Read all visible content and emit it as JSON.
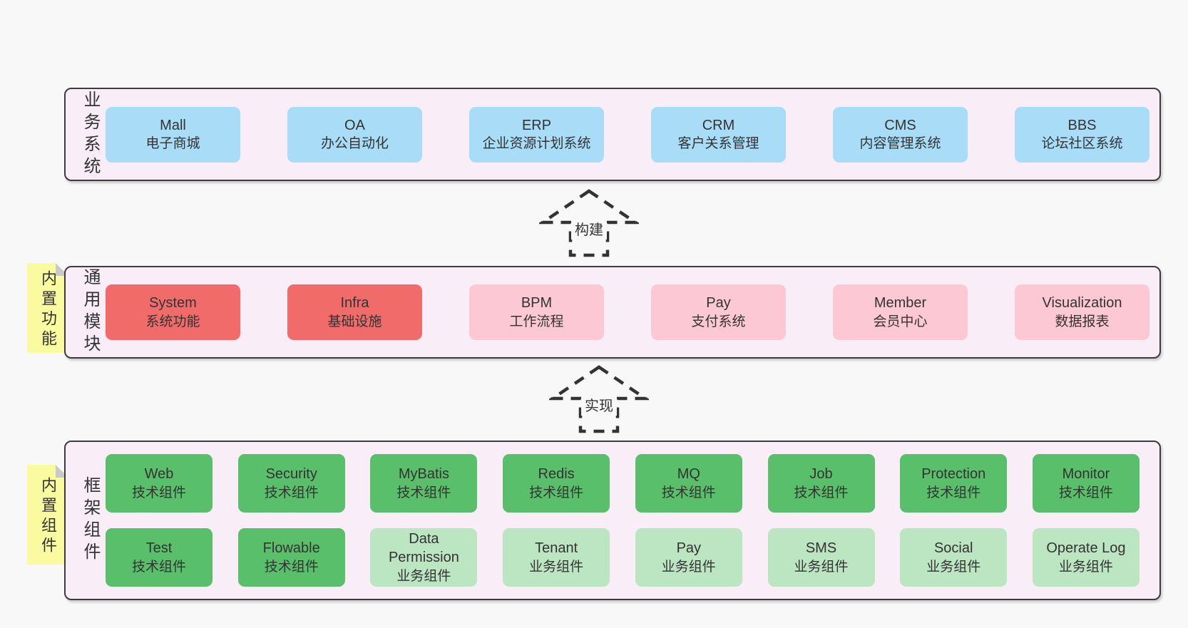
{
  "colors": {
    "blue": "#a9dcf6",
    "red": "#f26b6b",
    "pink": "#fcc8d3",
    "green": "#5abf6a",
    "lightGreen": "#bce5c1",
    "panelBg": "#f9edf7",
    "tabYellow": "#fafaa0",
    "foldGray": "#c9c9c9",
    "border": "#3c3c3c",
    "pageBg": "#f8f8f8",
    "text": "#333333"
  },
  "arrows": {
    "build": "构建",
    "implement": "实现"
  },
  "sections": {
    "business": {
      "label": "业务系统",
      "items": [
        {
          "name": "Mall",
          "desc": "电子商城",
          "variant": "blue"
        },
        {
          "name": "OA",
          "desc": "办公自动化",
          "variant": "blue"
        },
        {
          "name": "ERP",
          "desc": "企业资源计划系统",
          "variant": "blue"
        },
        {
          "name": "CRM",
          "desc": "客户关系管理",
          "variant": "blue"
        },
        {
          "name": "CMS",
          "desc": "内容管理系统",
          "variant": "blue"
        },
        {
          "name": "BBS",
          "desc": "论坛社区系统",
          "variant": "blue"
        }
      ]
    },
    "modules": {
      "label": "通用模块",
      "tab": "内置功能",
      "items": [
        {
          "name": "System",
          "desc": "系统功能",
          "variant": "red"
        },
        {
          "name": "Infra",
          "desc": "基础设施",
          "variant": "red"
        },
        {
          "name": "BPM",
          "desc": "工作流程",
          "variant": "pink"
        },
        {
          "name": "Pay",
          "desc": "支付系统",
          "variant": "pink"
        },
        {
          "name": "Member",
          "desc": "会员中心",
          "variant": "pink"
        },
        {
          "name": "Visualization",
          "desc": "数据报表",
          "variant": "pink"
        }
      ]
    },
    "components": {
      "label": "框架组件",
      "tab": "内置组件",
      "rows": [
        [
          {
            "name": "Web",
            "desc": "技术组件",
            "variant": "green"
          },
          {
            "name": "Security",
            "desc": "技术组件",
            "variant": "green"
          },
          {
            "name": "MyBatis",
            "desc": "技术组件",
            "variant": "green"
          },
          {
            "name": "Redis",
            "desc": "技术组件",
            "variant": "green"
          },
          {
            "name": "MQ",
            "desc": "技术组件",
            "variant": "green"
          },
          {
            "name": "Job",
            "desc": "技术组件",
            "variant": "green"
          },
          {
            "name": "Protection",
            "desc": "技术组件",
            "variant": "green"
          },
          {
            "name": "Monitor",
            "desc": "技术组件",
            "variant": "green"
          }
        ],
        [
          {
            "name": "Test",
            "desc": "技术组件",
            "variant": "green"
          },
          {
            "name": "Flowable",
            "desc": "技术组件",
            "variant": "green"
          },
          {
            "name": "Data Permission",
            "desc": "业务组件",
            "variant": "lightGreen"
          },
          {
            "name": "Tenant",
            "desc": "业务组件",
            "variant": "lightGreen"
          },
          {
            "name": "Pay",
            "desc": "业务组件",
            "variant": "lightGreen"
          },
          {
            "name": "SMS",
            "desc": "业务组件",
            "variant": "lightGreen"
          },
          {
            "name": "Social",
            "desc": "业务组件",
            "variant": "lightGreen"
          },
          {
            "name": "Operate Log",
            "desc": "业务组件",
            "variant": "lightGreen"
          }
        ]
      ]
    }
  }
}
